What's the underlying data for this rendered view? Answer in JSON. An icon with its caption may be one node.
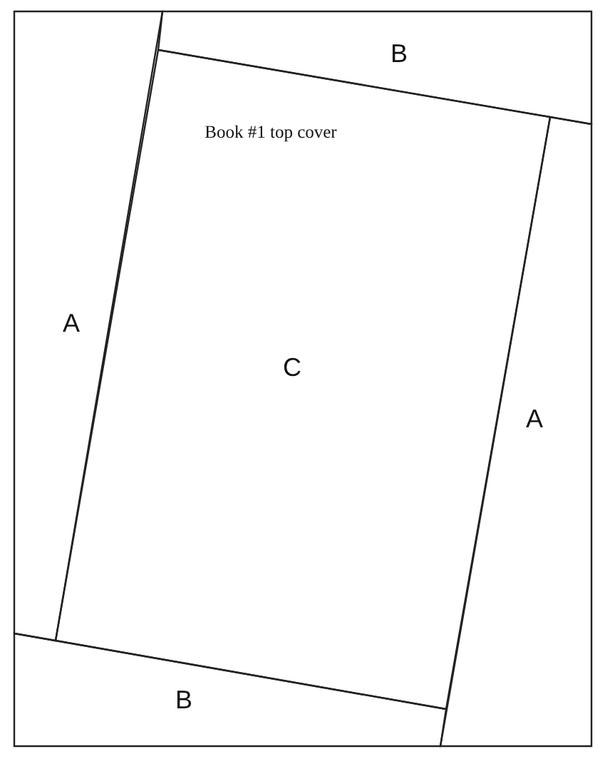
{
  "diagram": {
    "nodes": [
      {
        "text": [
          "B"
        ]
      },
      {
        "text": [
          "A"
        ]
      },
      {
        "text": [
          "Book #1 top cover",
          "C"
        ]
      },
      {
        "text": [
          "A"
        ]
      },
      {
        "text": [
          "B"
        ]
      }
    ],
    "edges": []
  }
}
